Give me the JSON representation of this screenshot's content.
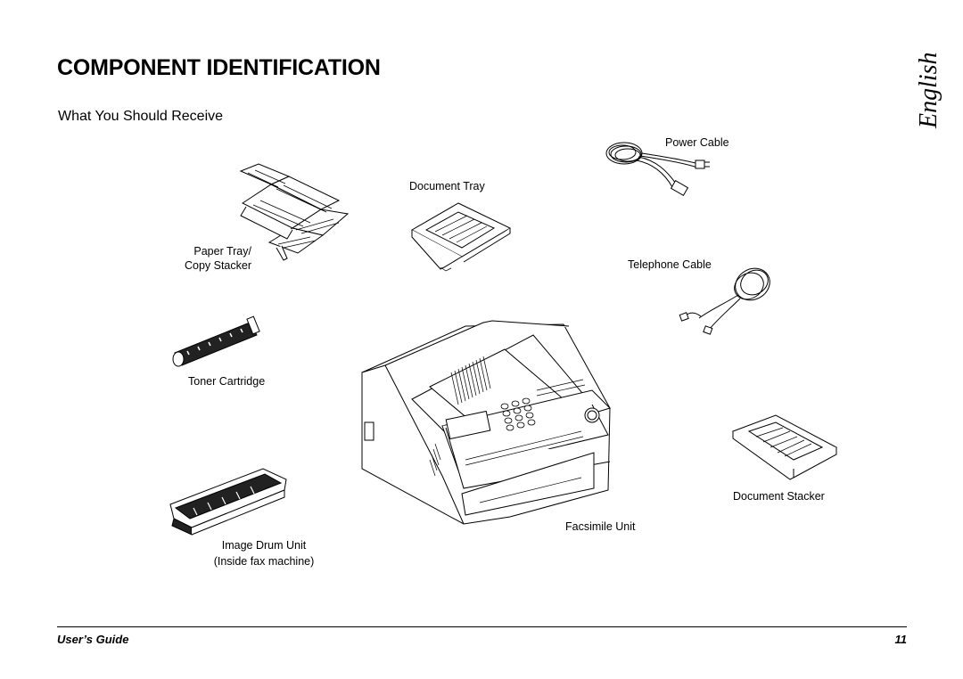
{
  "header": {
    "title": "COMPONENT IDENTIFICATION",
    "subtitle": "What You Should Receive",
    "language_tab": "English"
  },
  "components": {
    "power_cable": "Power Cable",
    "document_tray": "Document Tray",
    "paper_tray_line1": "Paper Tray/",
    "paper_tray_line2": "Copy Stacker",
    "telephone_cable": "Telephone Cable",
    "toner_cartridge": "Toner Cartridge",
    "document_stacker": "Document Stacker",
    "facsimile_unit": "Facsimile Unit",
    "image_drum_line1": "Image Drum Unit",
    "image_drum_line2": "(Inside fax machine)"
  },
  "footer": {
    "guide_label": "User’s Guide",
    "page_number": "11"
  }
}
